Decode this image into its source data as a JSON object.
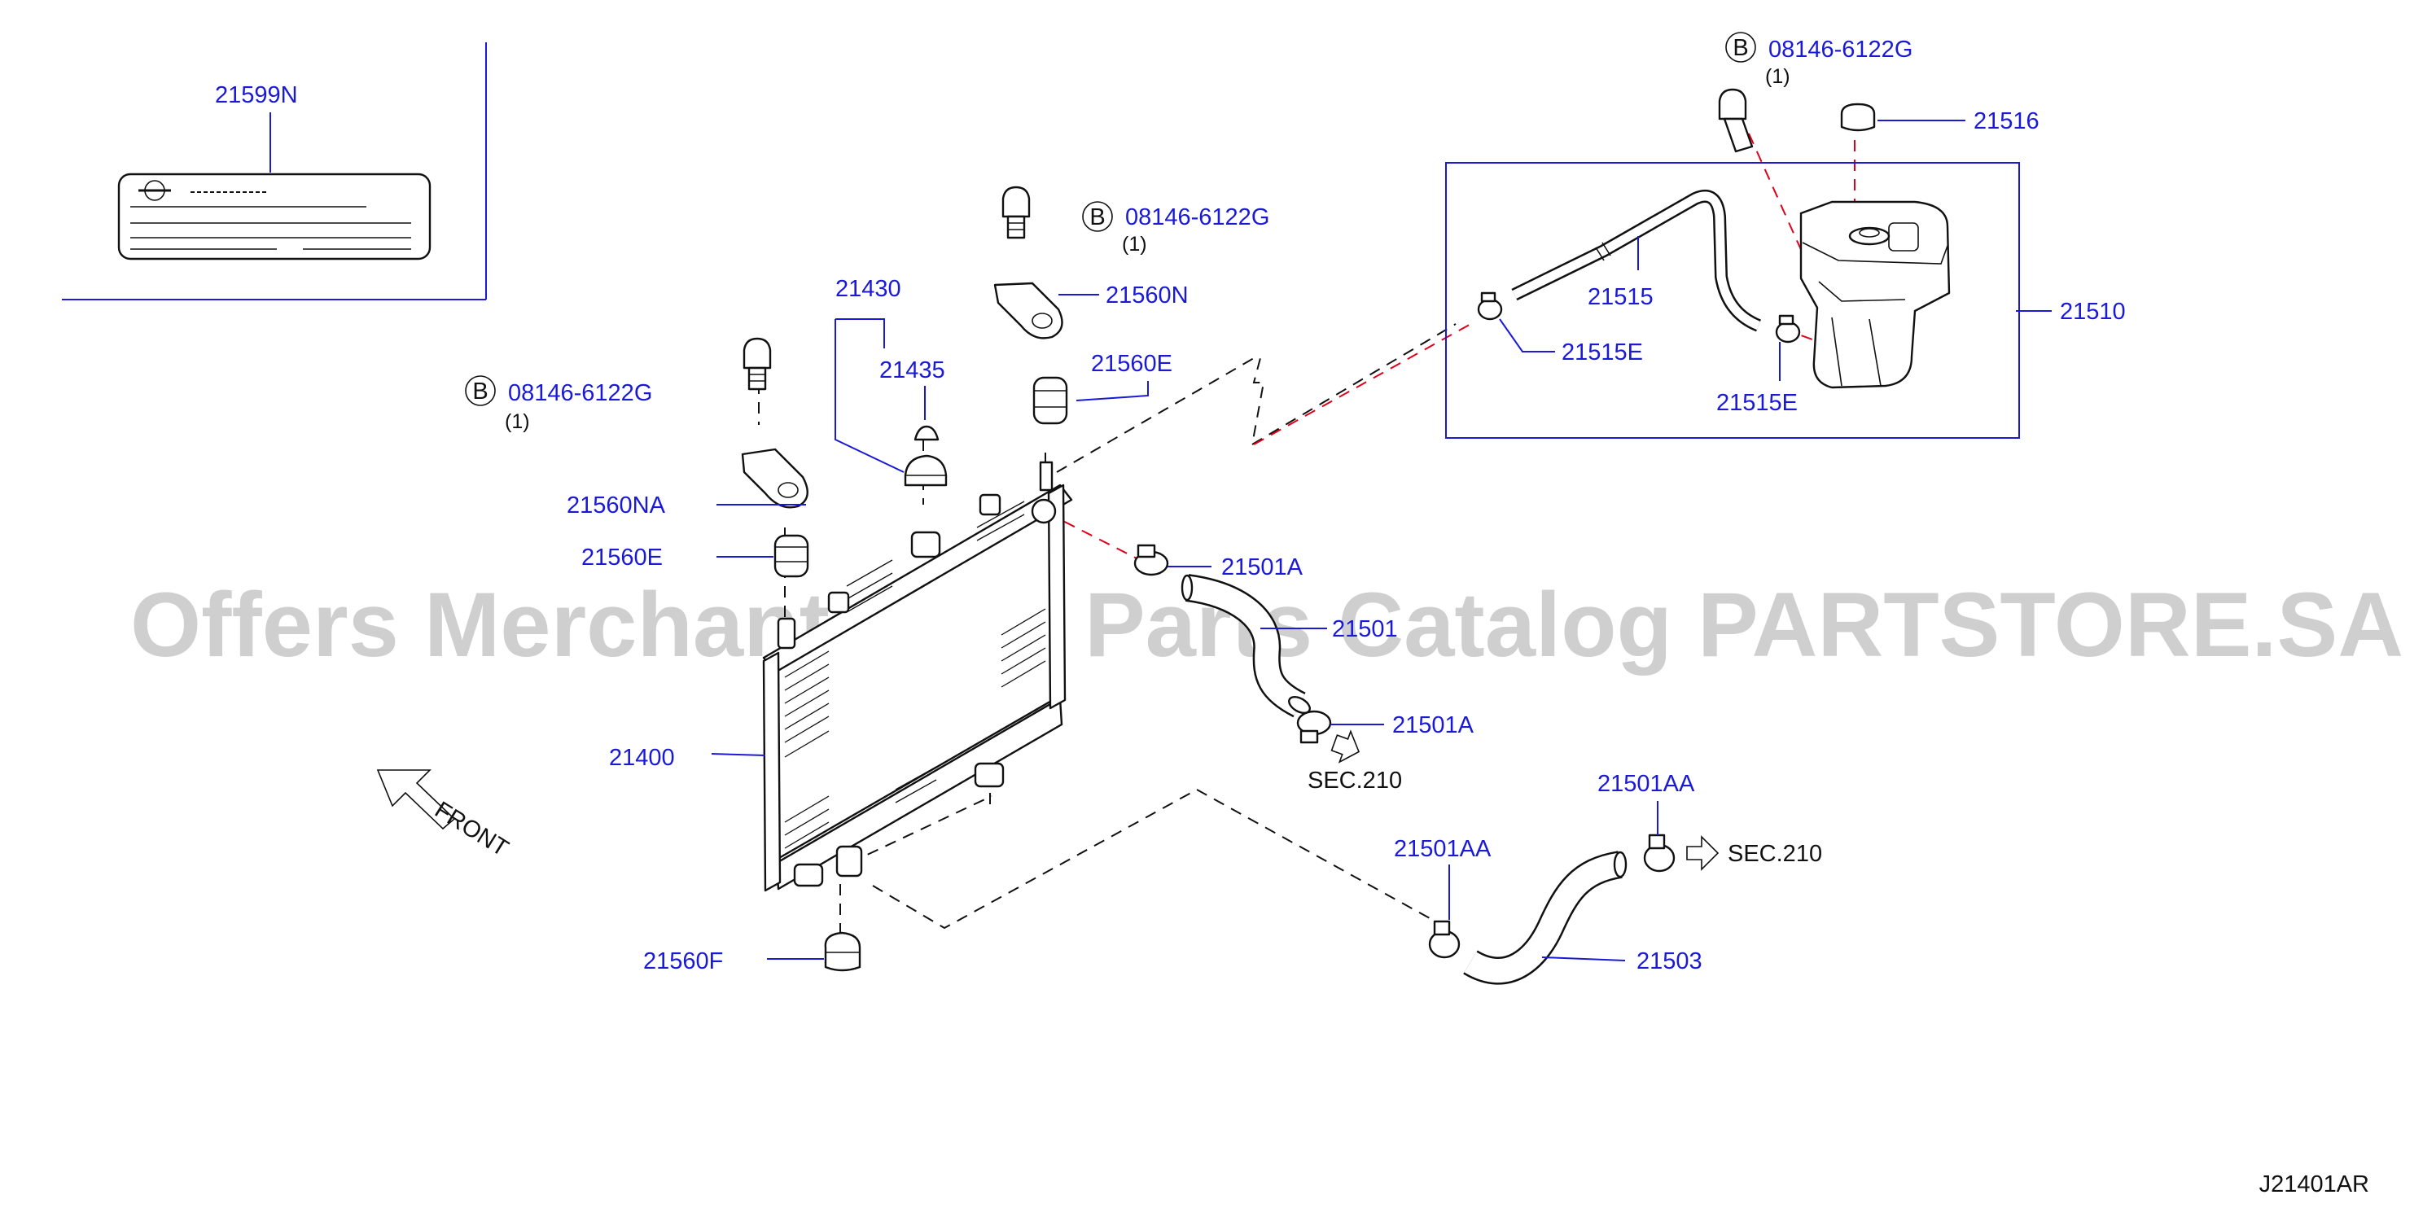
{
  "diagram_id": "J21401AR",
  "watermark": "Offers Merchant Auto Parts Catalog PARTSTORE.SA",
  "bolt_symbol": "B",
  "labels": {
    "label_21599N": "21599N",
    "label_21430": "21430",
    "label_21435": "21435",
    "label_21560N": "21560N",
    "label_21560E_top": "21560E",
    "label_21560NA": "21560NA",
    "label_21560E_left": "21560E",
    "label_21400": "21400",
    "label_21560F": "21560F",
    "label_21501A_top": "21501A",
    "label_21501": "21501",
    "label_21501A_bottom": "21501A",
    "label_21501AA_left": "21501AA",
    "label_21501AA_right": "21501AA",
    "label_21503": "21503",
    "label_21515": "21515",
    "label_21515E_left": "21515E",
    "label_21515E_bottom": "21515E",
    "label_21510": "21510",
    "label_21516": "21516"
  },
  "bolts": [
    {
      "part": "08146-6122G",
      "qty": "(1)"
    },
    {
      "part": "08146-6122G",
      "qty": "(1)"
    },
    {
      "part": "08146-6122G",
      "qty": "(1)"
    }
  ],
  "sections": [
    {
      "text": "SEC.210"
    },
    {
      "text": "SEC.210"
    }
  ],
  "front_label": "FRONT"
}
